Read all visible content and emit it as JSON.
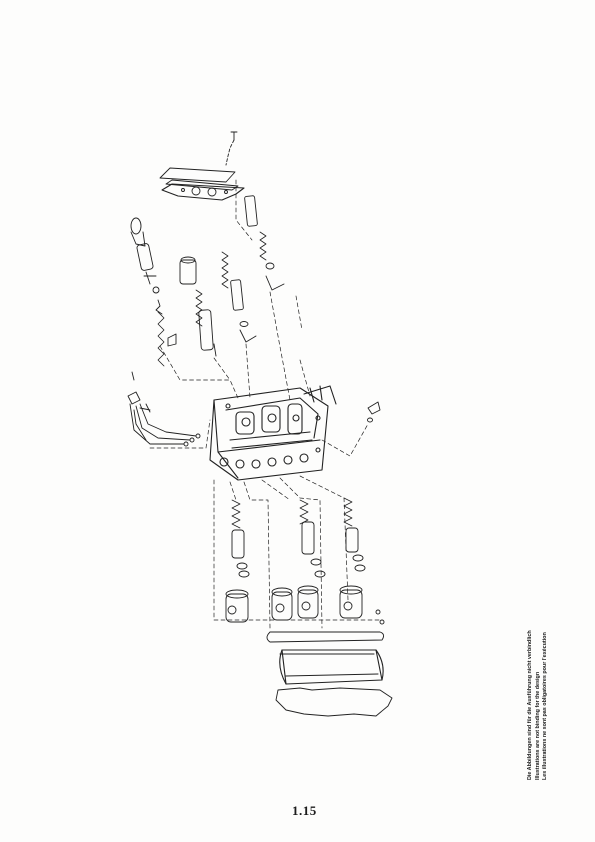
{
  "disclaimer": {
    "line_de": "Die Abbildungen sind für die Ausführung nicht verbindlich",
    "line_en": "Illustrations are not binding for the design",
    "line_fr": "Les illustrations ne sont pas obligatoires pour l'exécution"
  },
  "page_number": "1.15"
}
